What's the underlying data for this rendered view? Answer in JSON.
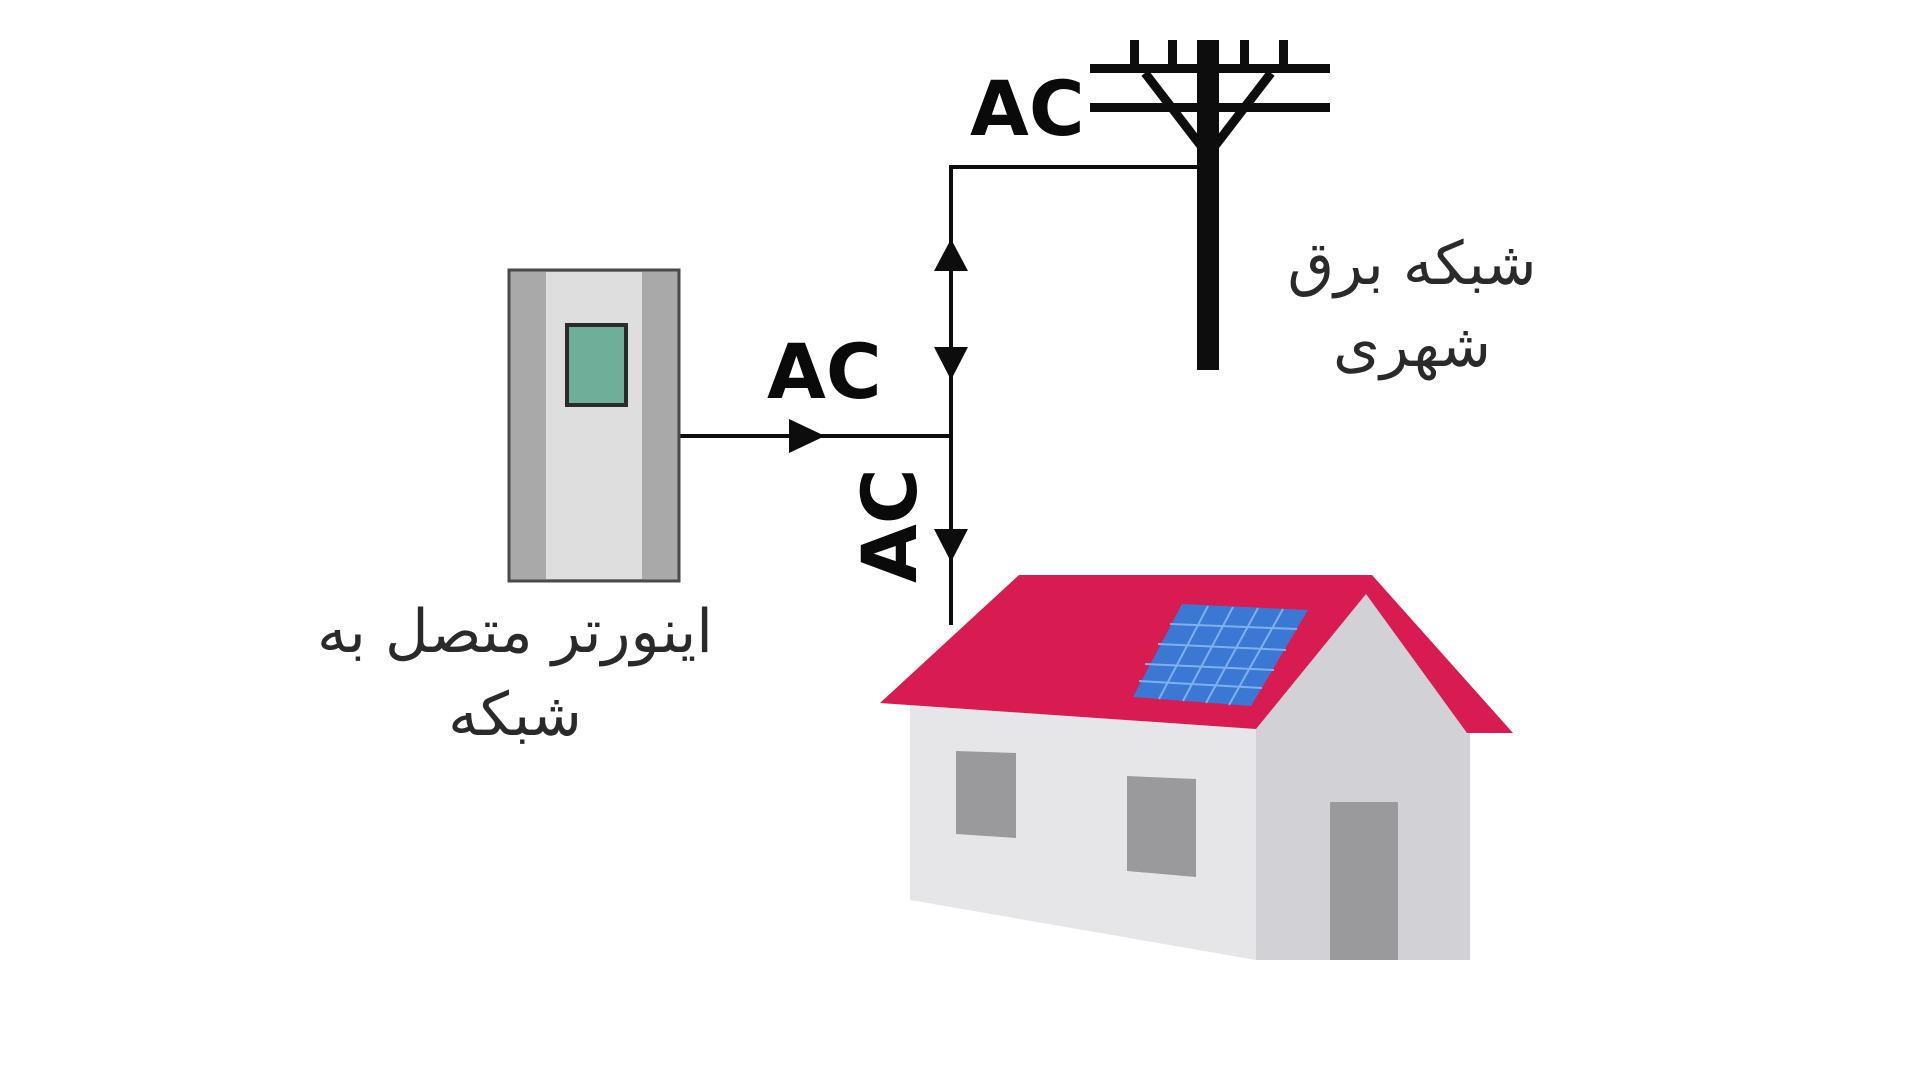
{
  "labels": {
    "ac_grid": "AC",
    "ac_inverter": "AC",
    "ac_house": "AC"
  },
  "captions": {
    "grid_line1": "شبکه برق",
    "grid_line2": "شهری",
    "inverter_line1": "اینورتر متصل به",
    "inverter_line2": "شبکه"
  },
  "colors": {
    "line": "#0d0d0d",
    "roof": "#d81b50",
    "solar_panel": "#3a78d4",
    "inverter_screen": "#6fae98",
    "inverter_body": "#d9d9d9",
    "inverter_side": "#a9a9a9",
    "house_wall": "#e6e6e9",
    "house_side": "#d2d2d6",
    "window": "#9a9a9c"
  },
  "icons": {
    "grid": "utility-pole-icon",
    "inverter": "inverter-icon",
    "house": "house-icon",
    "solar": "solar-panel-icon"
  }
}
